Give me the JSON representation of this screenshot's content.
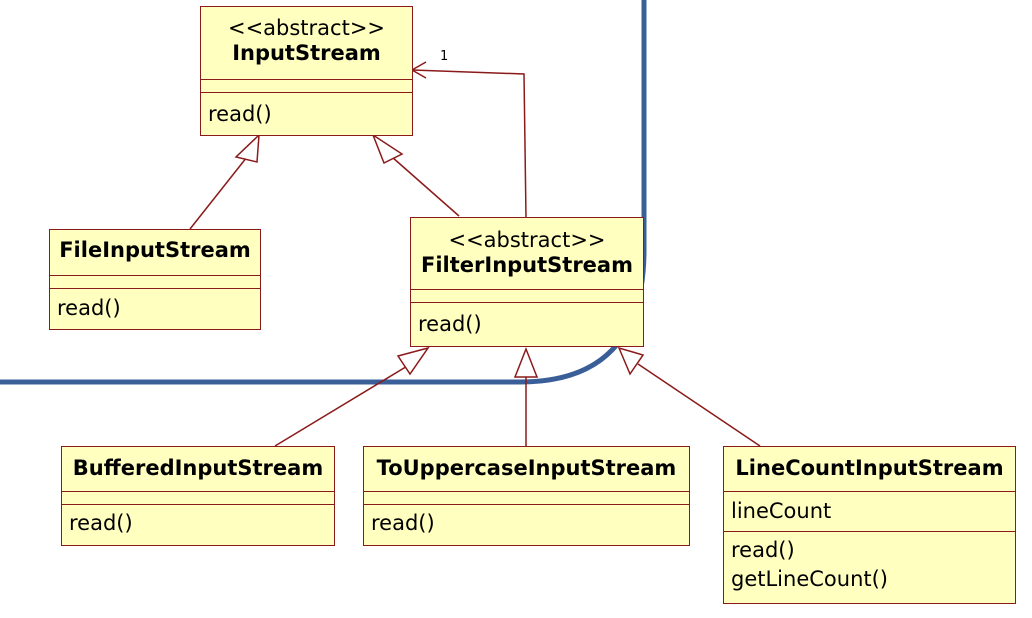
{
  "classes": {
    "input_stream": {
      "stereotype": "<<abstract>>",
      "name": "InputStream",
      "attributes": [],
      "operations": [
        "read()"
      ]
    },
    "file_input_stream": {
      "name": "FileInputStream",
      "attributes": [],
      "operations": [
        "read()"
      ]
    },
    "filter_input_stream": {
      "stereotype": "<<abstract>>",
      "name": "FilterInputStream",
      "attributes": [],
      "operations": [
        "read()"
      ]
    },
    "buffered_input_stream": {
      "name": "BufferedInputStream",
      "attributes": [],
      "operations": [
        "read()"
      ]
    },
    "to_uppercase_input_stream": {
      "name": "ToUppercaseInputStream",
      "attributes": [],
      "operations": [
        "read()"
      ]
    },
    "line_count_input_stream": {
      "name": "LineCountInputStream",
      "attributes": [
        "lineCount"
      ],
      "operations": [
        "read()",
        "getLineCount()"
      ]
    }
  },
  "associations": [
    {
      "from": "FilterInputStream",
      "to": "InputStream",
      "multiplicity": "1"
    }
  ],
  "generalizations": [
    {
      "child": "FileInputStream",
      "parent": "InputStream"
    },
    {
      "child": "FilterInputStream",
      "parent": "InputStream"
    },
    {
      "child": "BufferedInputStream",
      "parent": "FilterInputStream"
    },
    {
      "child": "ToUppercaseInputStream",
      "parent": "FilterInputStream"
    },
    {
      "child": "LineCountInputStream",
      "parent": "FilterInputStream"
    }
  ],
  "colors": {
    "class_fill": "#ffffc0",
    "class_border": "#8b1a1a",
    "highlight_boundary": "#3a5f98"
  }
}
